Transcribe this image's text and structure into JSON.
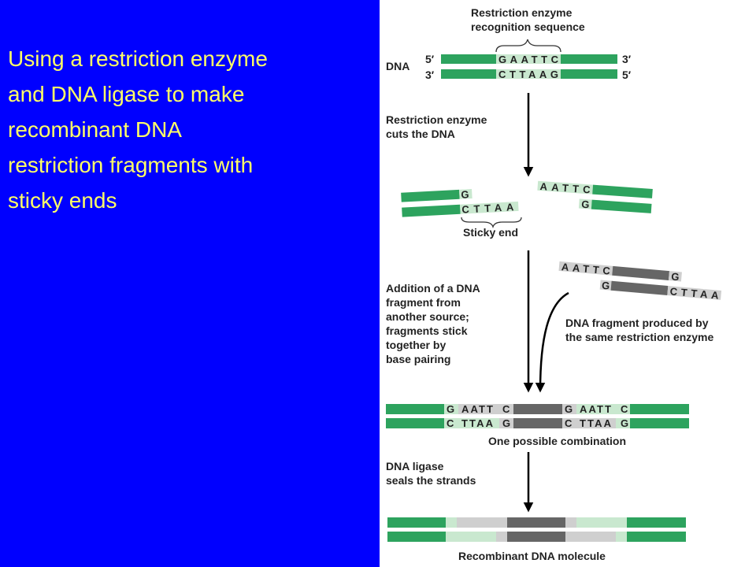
{
  "slide": {
    "caption_lines": [
      "Using a restriction enzyme",
      "and DNA ligase to make",
      "recombinant DNA",
      "restriction fragments with",
      "sticky ends"
    ]
  },
  "diagram": {
    "recognition_label": [
      "Restriction enzyme",
      "recognition sequence"
    ],
    "dna_label": "DNA",
    "strand_ends": {
      "top_left": "5′",
      "top_right": "3′",
      "bottom_left": "3′",
      "bottom_right": "5′"
    },
    "recognition_top": "GAATTC",
    "recognition_bottom": "CTTAAG",
    "step1_label": [
      "Restriction enzyme",
      "cuts the DNA"
    ],
    "cut_left_top": "G",
    "cut_left_bottom": "CTTAA",
    "cut_right_top": "AATTC",
    "cut_right_bottom": "G",
    "sticky_end_label": "Sticky end",
    "step2_label": [
      "Addition of a DNA",
      "fragment from",
      "another source;",
      "fragments stick",
      "together by",
      "base pairing"
    ],
    "foreign_top_left": "AATTC",
    "foreign_top_right": "G",
    "foreign_bottom_left": "G",
    "foreign_bottom_right": "CTTAA",
    "foreign_label": [
      "DNA fragment produced by",
      "the same restriction enzyme"
    ],
    "combo_top": [
      "G",
      "AATT",
      "C",
      "G",
      "AATT",
      "C"
    ],
    "combo_bottom": [
      "C",
      "TTAA",
      "G",
      "C",
      "TTAA",
      "G"
    ],
    "combo_label": "One possible combination",
    "step3_label": [
      "DNA ligase",
      "seals the strands"
    ],
    "final_label": "Recombinant DNA molecule",
    "colors": {
      "panel_bg": "#0000ff",
      "caption_text": "#ffff66",
      "dna_green": "#2da35e",
      "foreign_gray": "#666666",
      "light_gray": "#cfcfcf",
      "light_green": "#c9e8cf"
    }
  }
}
